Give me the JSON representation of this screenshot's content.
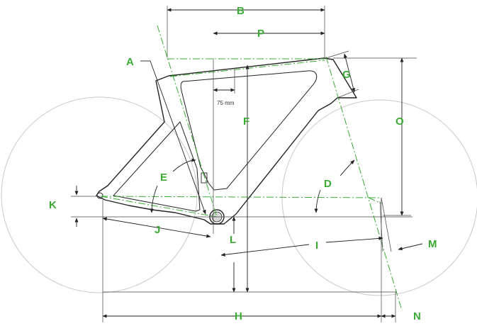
{
  "labels": {
    "A": "A",
    "B": "B",
    "D": "D",
    "E": "E",
    "F": "F",
    "G": "G",
    "H": "H",
    "I": "I",
    "J": "J",
    "K": "K",
    "L": "L",
    "M": "M",
    "N": "N",
    "O": "O",
    "P": "P"
  },
  "note": "75 mm",
  "colors": {
    "accent": "#3aaa35",
    "line": "#222222",
    "wheel": "#c8c8c8"
  }
}
